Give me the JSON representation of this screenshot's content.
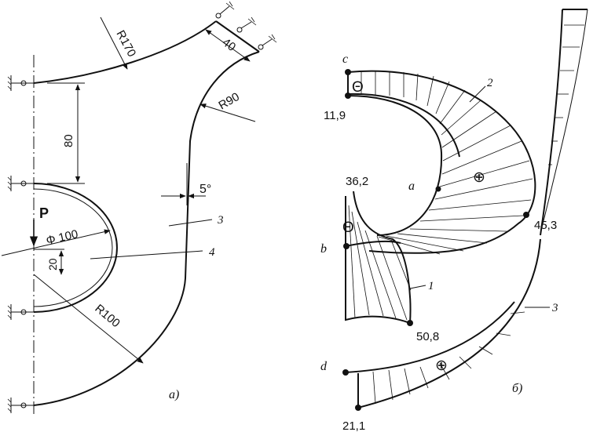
{
  "part_a": {
    "dimensions": {
      "r170": "R170",
      "w40": "40",
      "r90": "R90",
      "h80": "80",
      "ang5": "5°",
      "dia100": "Φ 100",
      "off20": "20",
      "r100": "R100"
    },
    "force": "P",
    "callouts": {
      "c3": "3",
      "c4": "4"
    },
    "caption": "а)"
  },
  "part_b": {
    "points": {
      "c": "c",
      "a": "a",
      "b": "b",
      "d": "d"
    },
    "values": {
      "v1": "11,9",
      "v2": "36,2",
      "v3": "45,3",
      "v4": "50,8",
      "v5": "21,1"
    },
    "curve_labels": {
      "k1": "1",
      "k2": "2",
      "k3": "3"
    },
    "signs": {
      "s1": "Θ",
      "s2": "⊕",
      "s3": "Θ",
      "s4": "⊕"
    },
    "caption": "б)"
  }
}
